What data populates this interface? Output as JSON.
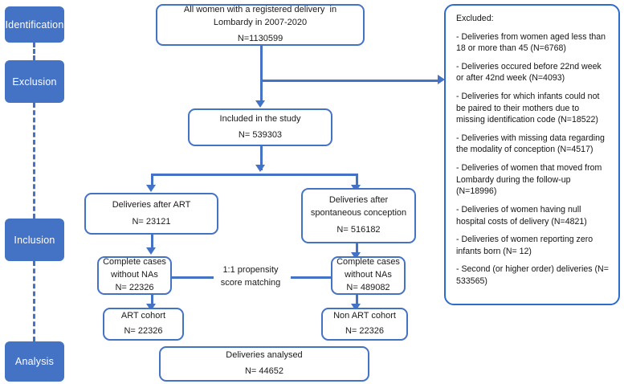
{
  "figure": {
    "type": "flowchart",
    "colors": {
      "stage_fill": "#4472C4",
      "stage_text": "#FFFFFF",
      "box_border": "#4472C4",
      "box_fill": "#FFFFFF",
      "excluded_border": "#2E6CCB",
      "connector": "#4472C4",
      "text": "#1A1A1A"
    }
  },
  "stages": [
    {
      "label": "Identification"
    },
    {
      "label": "Exclusion"
    },
    {
      "label": "Inclusion"
    },
    {
      "label": "Analysis"
    }
  ],
  "nodes": {
    "source": {
      "line1": "All women with a registered delivery  in",
      "line2": "Lombardy in 2007-2020",
      "line3": "N=1130599"
    },
    "included": {
      "line1": "Included in the study",
      "line2": "N= 539303"
    },
    "art_deliveries": {
      "line1": "Deliveries after ART",
      "line2": "N= 23121"
    },
    "spontaneous_deliveries": {
      "line1": "Deliveries after",
      "line2": "spontaneous conception",
      "line3": "N= 516182"
    },
    "art_complete": {
      "line1": "Complete cases",
      "line2": "without NAs",
      "line3": "N= 22326"
    },
    "spontaneous_complete": {
      "line1": "Complete cases",
      "line2": "without NAs",
      "line3": "N= 489082"
    },
    "art_cohort": {
      "line1": "ART cohort",
      "line2": "N= 22326"
    },
    "non_art_cohort": {
      "line1": "Non ART cohort",
      "line2": "N= 22326"
    },
    "analysed": {
      "line1": "Deliveries analysed",
      "line2": "N= 44652"
    }
  },
  "matching": {
    "line1": "1:1 propensity",
    "line2": "score matching"
  },
  "excluded": {
    "title": "Excluded:",
    "items": [
      "- Deliveries from women aged less than 18 or more than 45 (N=6768)",
      "- Deliveries occured before 22nd week or after 42nd week (N=4093)",
      "- Deliveries for which infants could not be paired to their mothers due to missing identification code (N=18522)",
      "- Deliveries with missing data regarding the modality of conception (N=4517)",
      "- Deliveries of women that moved from Lombardy during the follow-up (N=18996)",
      "- Deliveries of women having null hospital costs of delivery (N=4821)",
      "- Deliveries of women reporting zero infants born (N= 12)",
      "- Second (or higher order) deliveries (N= 533565)"
    ]
  }
}
